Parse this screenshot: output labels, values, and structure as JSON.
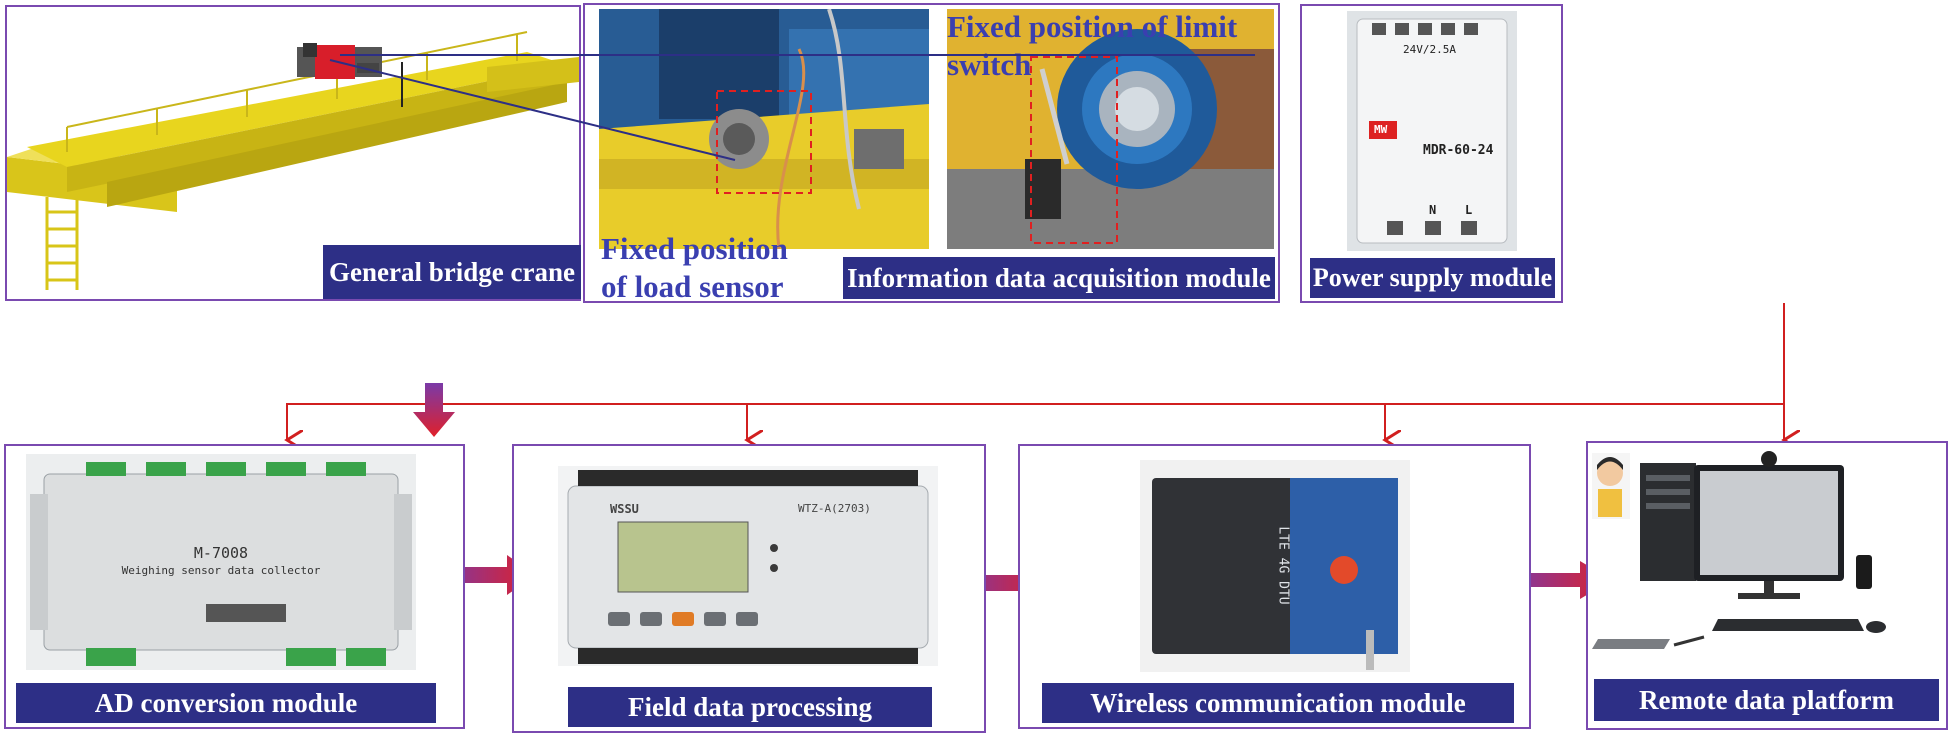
{
  "top_row": {
    "crane_label": "General bridge crane",
    "acquisition_label": "Information data acquisition module",
    "power_label": "Power supply module",
    "limit_switch_note": "Fixed position of limit switch",
    "load_sensor_note": "Fixed position of load sensor",
    "power_device": {
      "model": "MDR-60-24",
      "spec": "24V/2.5A",
      "brand": "MW",
      "terminals": [
        "N",
        "L"
      ]
    }
  },
  "bottom_row": {
    "ad_label": "AD conversion module",
    "field_label": "Field data processing",
    "wireless_label": "Wireless communication module",
    "remote_label": "Remote data platform",
    "ad_device": {
      "model": "M-7008",
      "subtitle": "Weighing sensor data collector"
    },
    "field_device": {
      "brand": "WSSU",
      "model": "WTZ-A(2703)"
    },
    "wireless_device": {
      "model": "LTE 4G DTU"
    }
  },
  "colors": {
    "panel_border": "#7a4ab0",
    "label_bg": "#2d2f86",
    "connector": "#d11f1f",
    "arrow_gradient_start": "#7a3aa8",
    "arrow_gradient_end": "#e0202a",
    "crane_yellow": "#e6d21a"
  }
}
